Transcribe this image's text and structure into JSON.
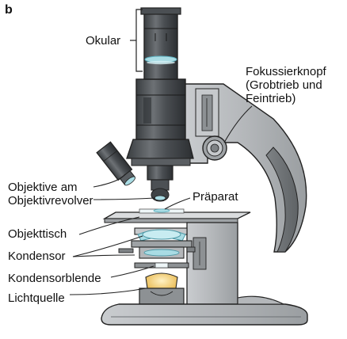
{
  "panel_letter": "b",
  "labels": {
    "okular": "Okular",
    "fokus_1": "Fokussierknopf",
    "fokus_2": "(Grobtrieb und",
    "fokus_3": "Feintrieb)",
    "objektive_1": "Objektive am",
    "objektive_2": "Objektivrevolver",
    "praeparat": "Präparat",
    "objekttisch": "Objekttisch",
    "kondensor": "Kondensor",
    "kondensorblende": "Kondensorblende",
    "lichtquelle": "Lichtquelle"
  },
  "colors": {
    "body_gray": "#b9bcbf",
    "body_light": "#dadcde",
    "body_dark": "#8e9295",
    "tube_dark": "#3e4245",
    "tube_mid": "#585c60",
    "tube_light": "#7a7e82",
    "glass": "#a9dce4",
    "lamp": "#f6d37a",
    "stroke": "#222222"
  }
}
